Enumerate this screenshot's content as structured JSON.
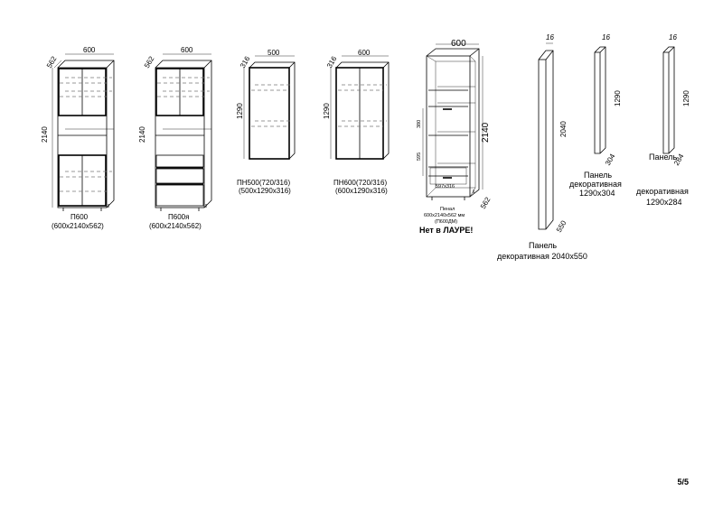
{
  "page": {
    "number": "5/5"
  },
  "items": [
    {
      "id": "p600",
      "name": "П600",
      "size": "(600x2140x562)",
      "dim_width": "600",
      "dim_depth": "562",
      "dim_height": "2140"
    },
    {
      "id": "p600ya",
      "name": "П600я",
      "size": "(600x2140x562)",
      "dim_width": "600",
      "dim_depth": "562",
      "dim_height": "2140"
    },
    {
      "id": "pn500",
      "name": "ПН500(720/316)",
      "size": "(500x1290x316)",
      "dim_width": "500",
      "dim_depth": "316",
      "dim_height": "1290"
    },
    {
      "id": "pn600",
      "name": "ПН600(720/316)",
      "size": "(600x1290x316)",
      "dim_width": "600",
      "dim_depth": "316",
      "dim_height": "1290"
    },
    {
      "id": "penal",
      "line1": "Пенал",
      "line2": "600x2140x562 мм",
      "line3": "(П600ДМ)",
      "warning": "Нет в ЛАУРЕ!",
      "dim_width": "600",
      "dim_depth": "562",
      "dim_height": "2140",
      "dim_380": "380",
      "dim_595": "595",
      "dim_inner": "597x316"
    },
    {
      "id": "panel550",
      "line1": "Панель",
      "line2": "декоративная 2040x550",
      "dim_thick": "16",
      "dim_height": "2040",
      "dim_width": "550"
    },
    {
      "id": "panel304",
      "line1": "Панель",
      "line2": "декоративная",
      "line3": "1290x304",
      "dim_thick": "16",
      "dim_height": "1290",
      "dim_width": "304"
    },
    {
      "id": "panel284",
      "line1": "Панель",
      "line2": "декоративная",
      "line3": "1290x284",
      "dim_thick": "16",
      "dim_height": "1290",
      "dim_width": "284"
    }
  ]
}
